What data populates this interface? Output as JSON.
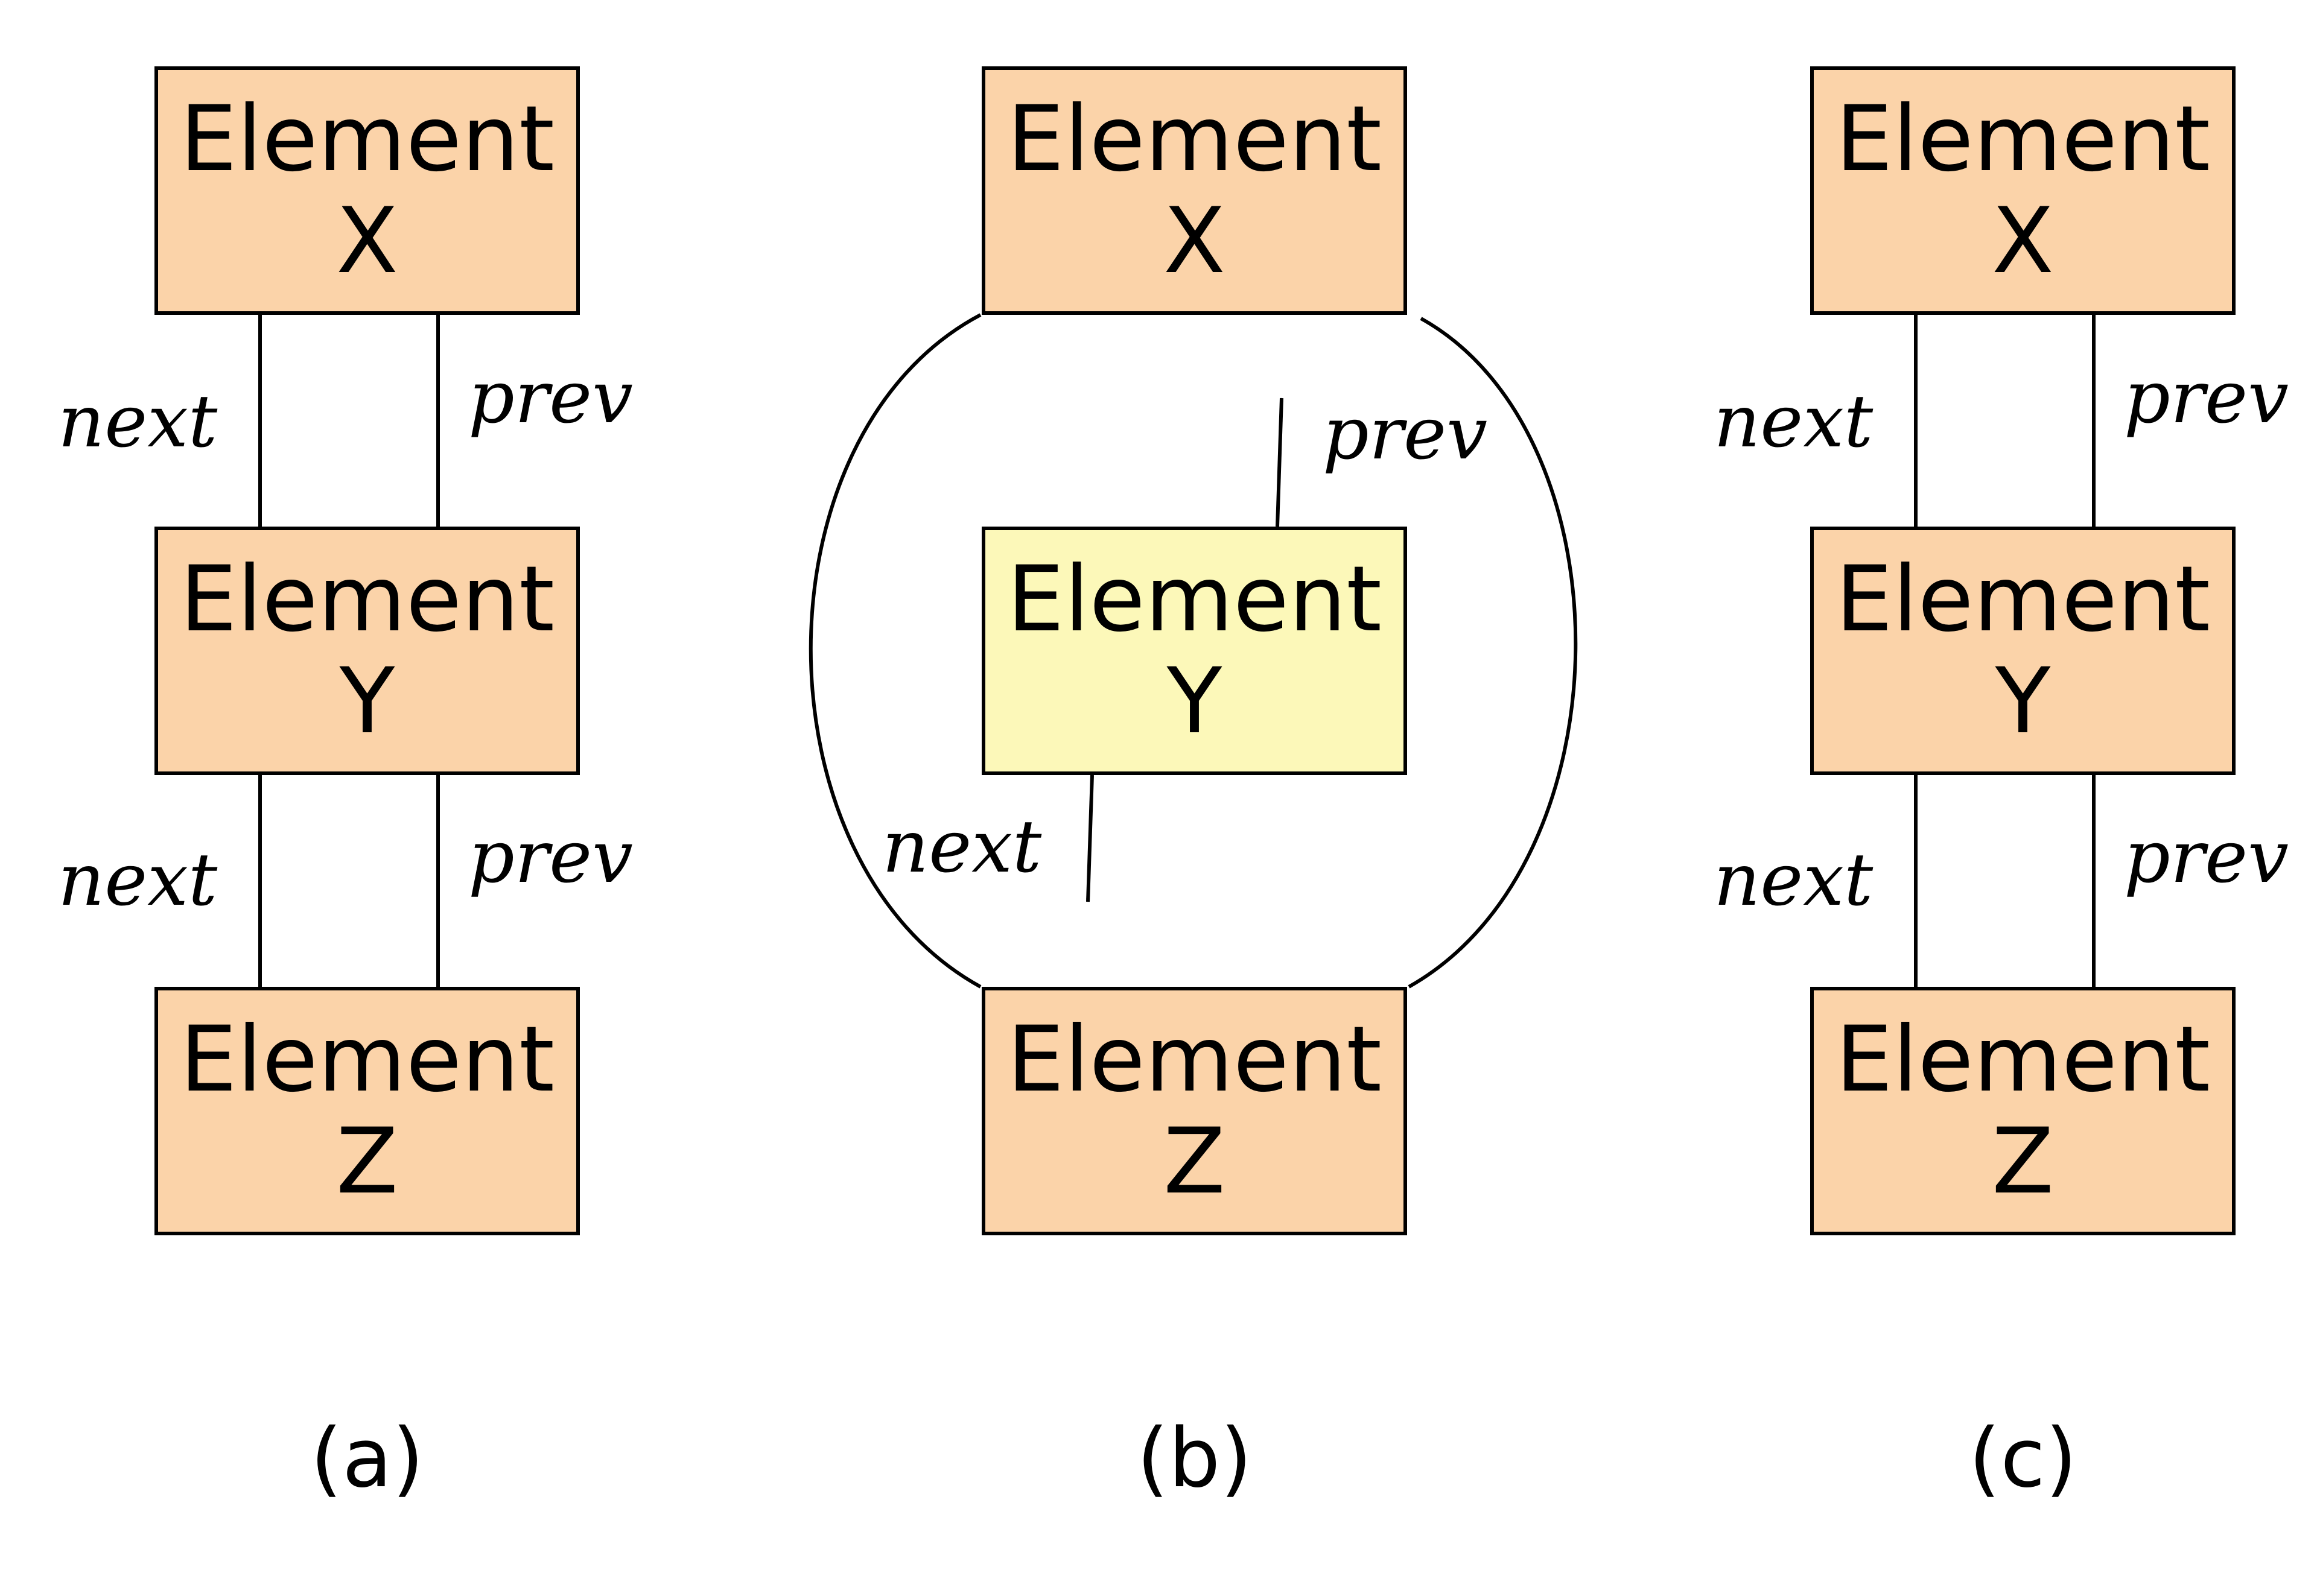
{
  "colors": {
    "node_fill": "#fbd3a9",
    "node_highlight_fill": "#fcf8b9",
    "stroke": "#000000"
  },
  "panels": [
    {
      "caption": "(a)",
      "nodes": [
        {
          "line1": "Element",
          "line2": "X",
          "highlight": false
        },
        {
          "line1": "Element",
          "line2": "Y",
          "highlight": false
        },
        {
          "line1": "Element",
          "line2": "Z",
          "highlight": false
        }
      ],
      "edges": [
        {
          "from": "X",
          "to": "Y",
          "label": "next"
        },
        {
          "from": "Y",
          "to": "X",
          "label": "prev"
        },
        {
          "from": "Y",
          "to": "Z",
          "label": "next"
        },
        {
          "from": "Z",
          "to": "Y",
          "label": "prev"
        }
      ]
    },
    {
      "caption": "(b)",
      "nodes": [
        {
          "line1": "Element",
          "line2": "X",
          "highlight": false
        },
        {
          "line1": "Element",
          "line2": "Y",
          "highlight": true
        },
        {
          "line1": "Element",
          "line2": "Z",
          "highlight": false
        }
      ],
      "edges": [
        {
          "from": "X",
          "to": "Z",
          "label": ""
        },
        {
          "from": "Z",
          "to": "X",
          "label": ""
        },
        {
          "from": "Y",
          "to": "",
          "label": "prev"
        },
        {
          "from": "Y",
          "to": "",
          "label": "next"
        }
      ]
    },
    {
      "caption": "(c)",
      "nodes": [
        {
          "line1": "Element",
          "line2": "X",
          "highlight": false
        },
        {
          "line1": "Element",
          "line2": "Y",
          "highlight": false
        },
        {
          "line1": "Element",
          "line2": "Z",
          "highlight": false
        }
      ],
      "edges": [
        {
          "from": "X",
          "to": "Y",
          "label": "next"
        },
        {
          "from": "Y",
          "to": "X",
          "label": "prev"
        },
        {
          "from": "Y",
          "to": "Z",
          "label": "next"
        },
        {
          "from": "Z",
          "to": "Y",
          "label": "prev"
        }
      ]
    }
  ]
}
